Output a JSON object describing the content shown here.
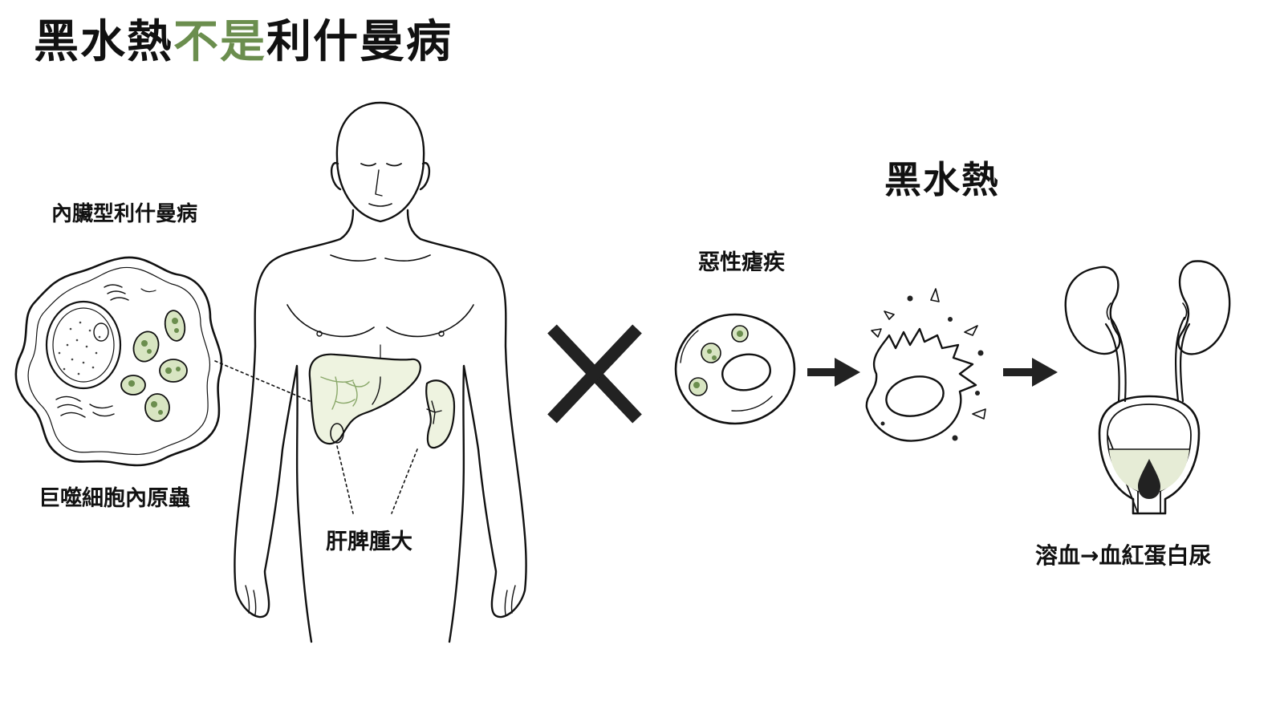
{
  "title": {
    "part1": "黑水熱",
    "highlight": "不是",
    "part2": "利什曼病",
    "highlight_color": "#6b8e4e"
  },
  "left_section": {
    "disease_label": "內臟型利什曼病",
    "cell_label": "巨噬細胞內原蟲",
    "organ_label": "肝脾腫大"
  },
  "right_section": {
    "heading": "黑水熱",
    "cause_label": "惡性瘧疾",
    "result_label": "溶血→血紅蛋白尿"
  },
  "icons": {
    "cross": "x-mark-icon",
    "arrow": "arrow-right-icon"
  },
  "colors": {
    "ink": "#111111",
    "accent_green": "#6b8e4e",
    "organ_fill": "#eef3e0",
    "urine_fill": "#e6ecd6"
  }
}
